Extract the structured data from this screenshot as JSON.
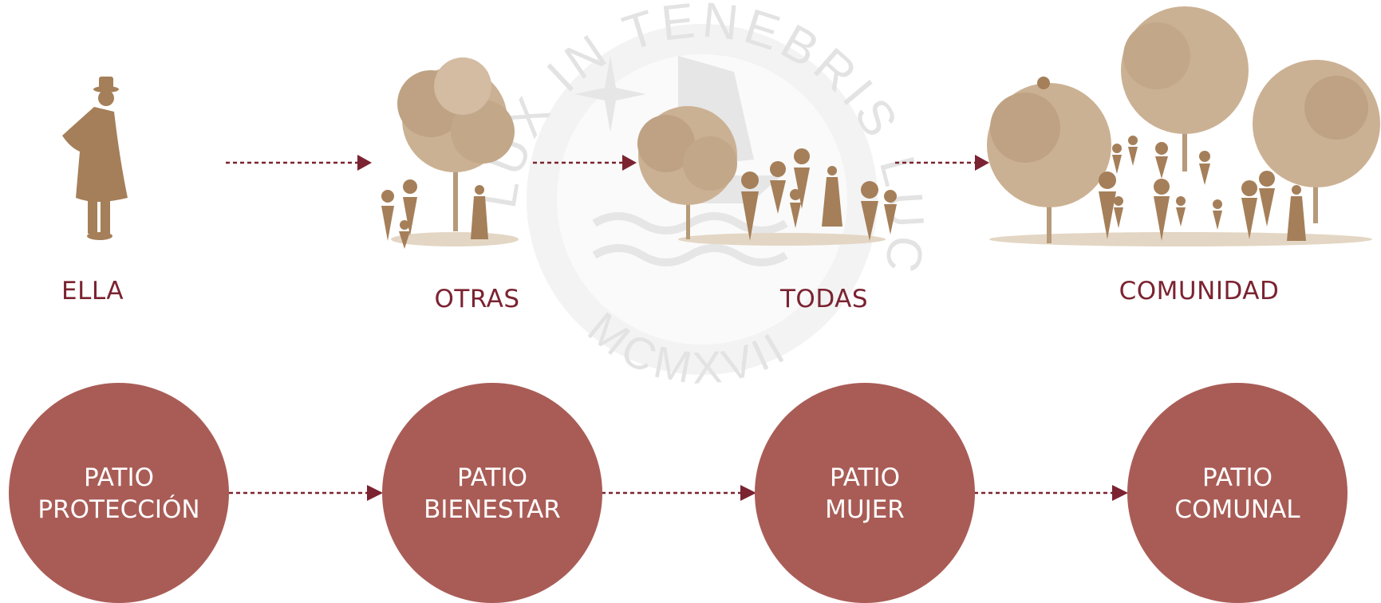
{
  "top_row": {
    "labels": [
      "ELLA",
      "OTRAS",
      "TODAS",
      "COMUNIDAD"
    ]
  },
  "circles": [
    {
      "line1": "PATIO",
      "line2": "PROTECCIÓN"
    },
    {
      "line1": "PATIO",
      "line2": "BIENESTAR"
    },
    {
      "line1": "PATIO",
      "line2": "MUJER"
    },
    {
      "line1": "PATIO",
      "line2": "COMUNAL"
    }
  ],
  "watermark": {
    "motto": "LUX IN TENEBRIS LUCET",
    "year": "MCMXVII"
  },
  "colors": {
    "circle_fill": "#a95c56",
    "label_text": "#7b2331",
    "arrow": "#7b2331",
    "silhouette": "#a57f59",
    "tree": "#c8ad8c",
    "watermark": "#ececec"
  }
}
